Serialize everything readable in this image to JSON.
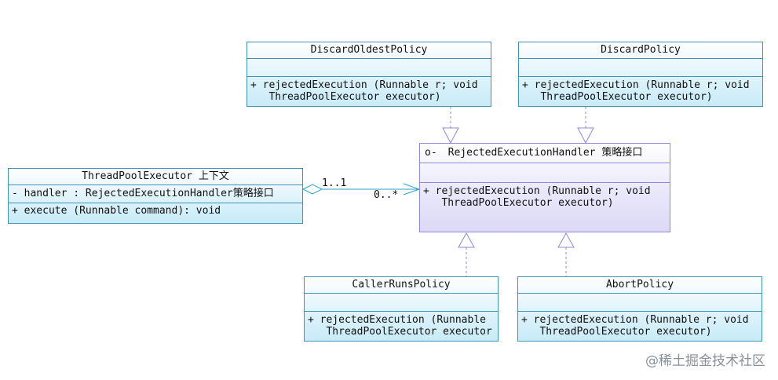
{
  "classes": {
    "discard_oldest": {
      "name": "DiscardOldestPolicy",
      "attributes": "",
      "operations": "+ rejectedExecution (Runnable r; void\n   ThreadPoolExecutor executor)"
    },
    "discard": {
      "name": "DiscardPolicy",
      "attributes": "",
      "operations": "+ rejectedExecution (Runnable r; void\n   ThreadPoolExecutor executor)"
    },
    "handler": {
      "icon": "o-",
      "name": "RejectedExecutionHandler 策略接口",
      "attributes": "",
      "operations": "+ rejectedExecution (Runnable r; void\n   ThreadPoolExecutor executor)"
    },
    "executor": {
      "name": "ThreadPoolExecutor 上下文",
      "attributes": "- handler : RejectedExecutionHandler策略接口",
      "operations": "+ execute (Runnable command): void"
    },
    "caller_runs": {
      "name": "CallerRunsPolicy",
      "attributes": "",
      "operations": "+ rejectedExecution (Runnable\n   ThreadPoolExecutor executor"
    },
    "abort": {
      "name": "AbortPolicy",
      "attributes": "",
      "operations": "+ rejectedExecution (Runnable r; void\n   ThreadPoolExecutor executor)"
    }
  },
  "association": {
    "source_multiplicity": "1..1",
    "target_multiplicity": "0..*"
  },
  "colors": {
    "class_border": "#3f93b8",
    "interface_border": "#8e88d8",
    "association_line": "#2aa3c9",
    "realization_line": "#8e88d8"
  },
  "watermark": "@稀土掘金技术社区"
}
